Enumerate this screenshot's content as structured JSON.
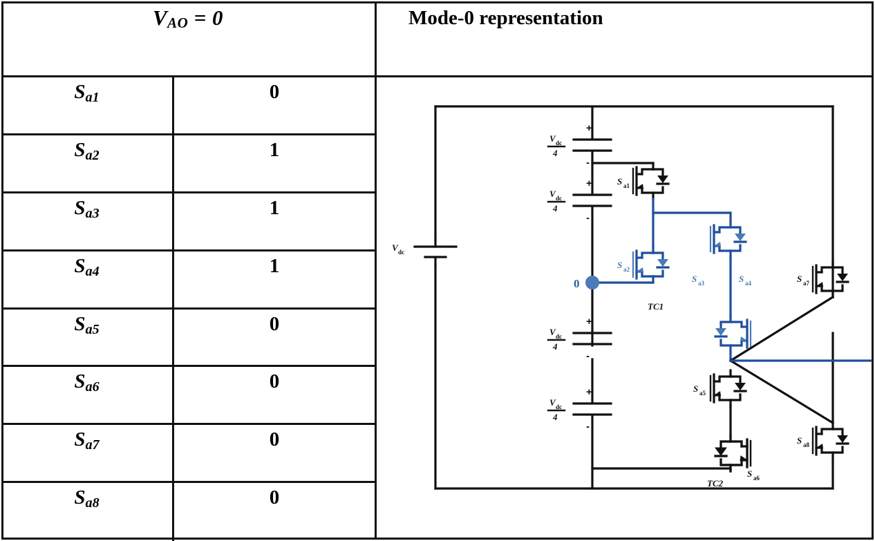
{
  "figure": {
    "left_table": {
      "header": {
        "symbol": "V",
        "subscript": "AO",
        "equals": "=",
        "value": "0",
        "full": "V_AO = 0"
      },
      "rows": [
        {
          "name_base": "S",
          "name_sub": "a1",
          "value": "0"
        },
        {
          "name_base": "S",
          "name_sub": "a2",
          "value": "1"
        },
        {
          "name_base": "S",
          "name_sub": "a3",
          "value": "1"
        },
        {
          "name_base": "S",
          "name_sub": "a4",
          "value": "1"
        },
        {
          "name_base": "S",
          "name_sub": "a5",
          "value": "0"
        },
        {
          "name_base": "S",
          "name_sub": "a6",
          "value": "0"
        },
        {
          "name_base": "S",
          "name_sub": "a7",
          "value": "0"
        },
        {
          "name_base": "S",
          "name_sub": "a8",
          "value": "0"
        }
      ]
    },
    "right_panel": {
      "title": "Mode-0 representation",
      "circuit": {
        "source_label_base": "V",
        "source_label_sub": "dc",
        "capacitor_label_num_base": "V",
        "capacitor_label_num_sub": "dc",
        "capacitor_label_den": "4",
        "capacitor_count": 4,
        "node_label": "0",
        "plus_sign": "+",
        "minus_sign": "-",
        "switch_labels": [
          "Sa1",
          "Sa2",
          "Sa3",
          "Sa4",
          "Sa5",
          "Sa6",
          "Sa7",
          "Sa8"
        ],
        "switch_base": "S",
        "switch_subs": [
          "a1",
          "a2",
          "a3",
          "a4",
          "a5",
          "a6",
          "a7",
          "a8"
        ],
        "cell_labels": [
          "TC1",
          "TC2"
        ],
        "active_switches": [
          "Sa2",
          "Sa3",
          "Sa4"
        ],
        "inactive_switches": [
          "Sa1",
          "Sa5",
          "Sa6",
          "Sa7",
          "Sa8"
        ],
        "colors": {
          "wire": "#111111",
          "active": "#1F4E9C",
          "node": "#2E5FA3",
          "background": "#FFFFFF"
        }
      }
    }
  }
}
